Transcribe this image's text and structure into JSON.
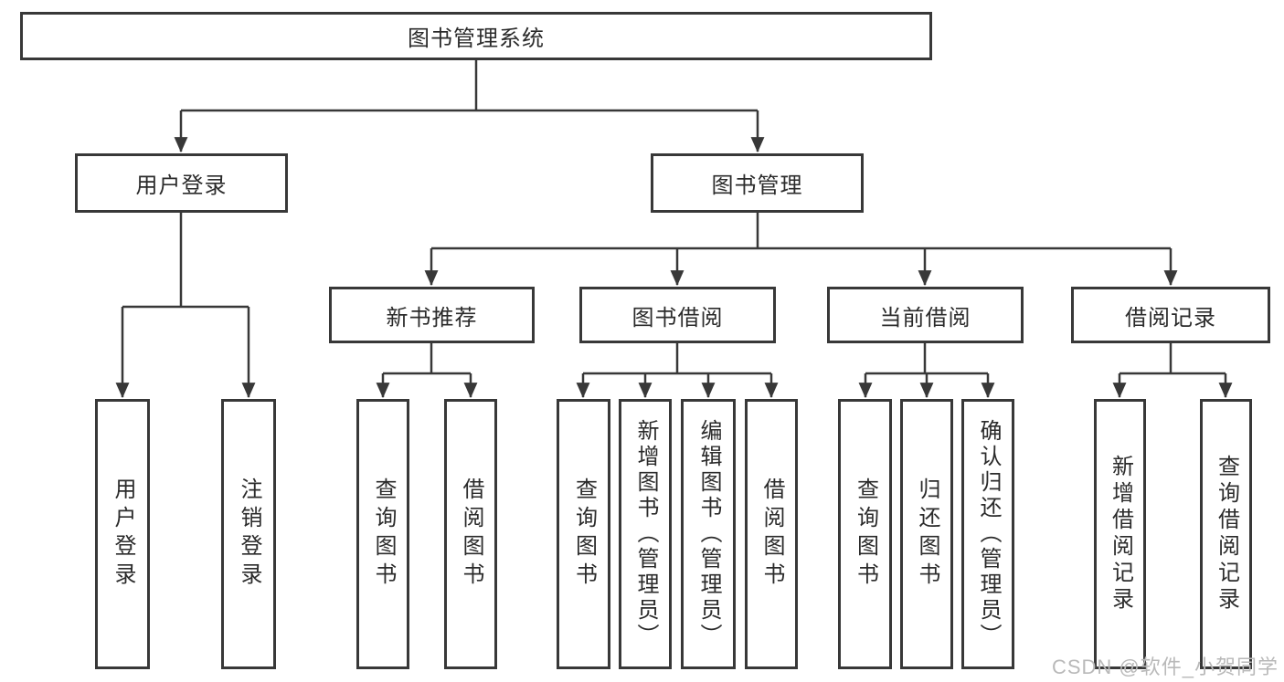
{
  "diagram_title": "图书管理系统",
  "tree": {
    "label": "图书管理系统",
    "children": [
      {
        "label": "用户登录",
        "children": [
          {
            "label": "用户登录"
          },
          {
            "label": "注销登录"
          }
        ]
      },
      {
        "label": "图书管理",
        "children": [
          {
            "label": "新书推荐",
            "children": [
              {
                "label": "查询图书"
              },
              {
                "label": "借阅图书"
              }
            ]
          },
          {
            "label": "图书借阅",
            "children": [
              {
                "label": "查询图书"
              },
              {
                "label": "新增图书（管理员）"
              },
              {
                "label": "编辑图书（管理员）"
              },
              {
                "label": "借阅图书"
              }
            ]
          },
          {
            "label": "当前借阅",
            "children": [
              {
                "label": "查询图书"
              },
              {
                "label": "归还图书"
              },
              {
                "label": "确认归还（管理员）"
              }
            ]
          },
          {
            "label": "借阅记录",
            "children": [
              {
                "label": "新增借阅记录"
              },
              {
                "label": "查询借阅记录"
              }
            ]
          }
        ]
      }
    ]
  },
  "watermark": "CSDN @软件_小贺同学",
  "colors": {
    "line": "#383838",
    "border": "#383838",
    "text": "#2b2b2b",
    "background": "#ffffff",
    "watermark": "#b9b9b9"
  }
}
